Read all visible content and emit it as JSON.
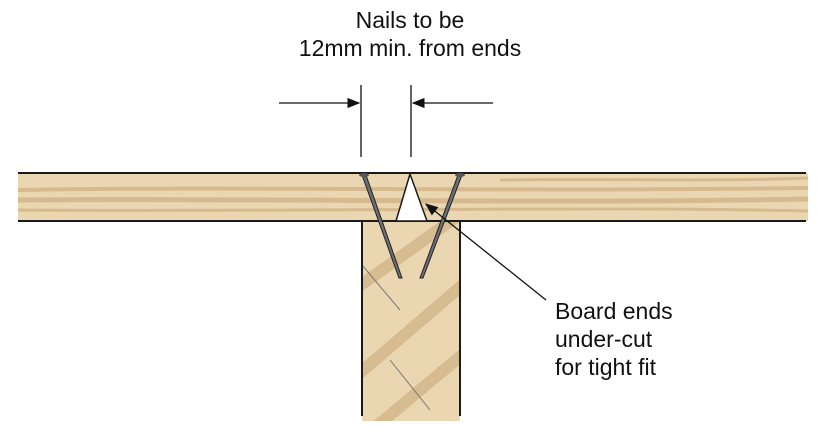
{
  "title_lines": [
    "Nails to be",
    "12mm min. from ends"
  ],
  "callout_lines": [
    "Board ends",
    "under-cut",
    "for tight fit"
  ],
  "colors": {
    "wood": "#ead7b1",
    "grain": "#d6b98e",
    "outline": "#1a1a1a",
    "nail": "#6b6f75"
  }
}
